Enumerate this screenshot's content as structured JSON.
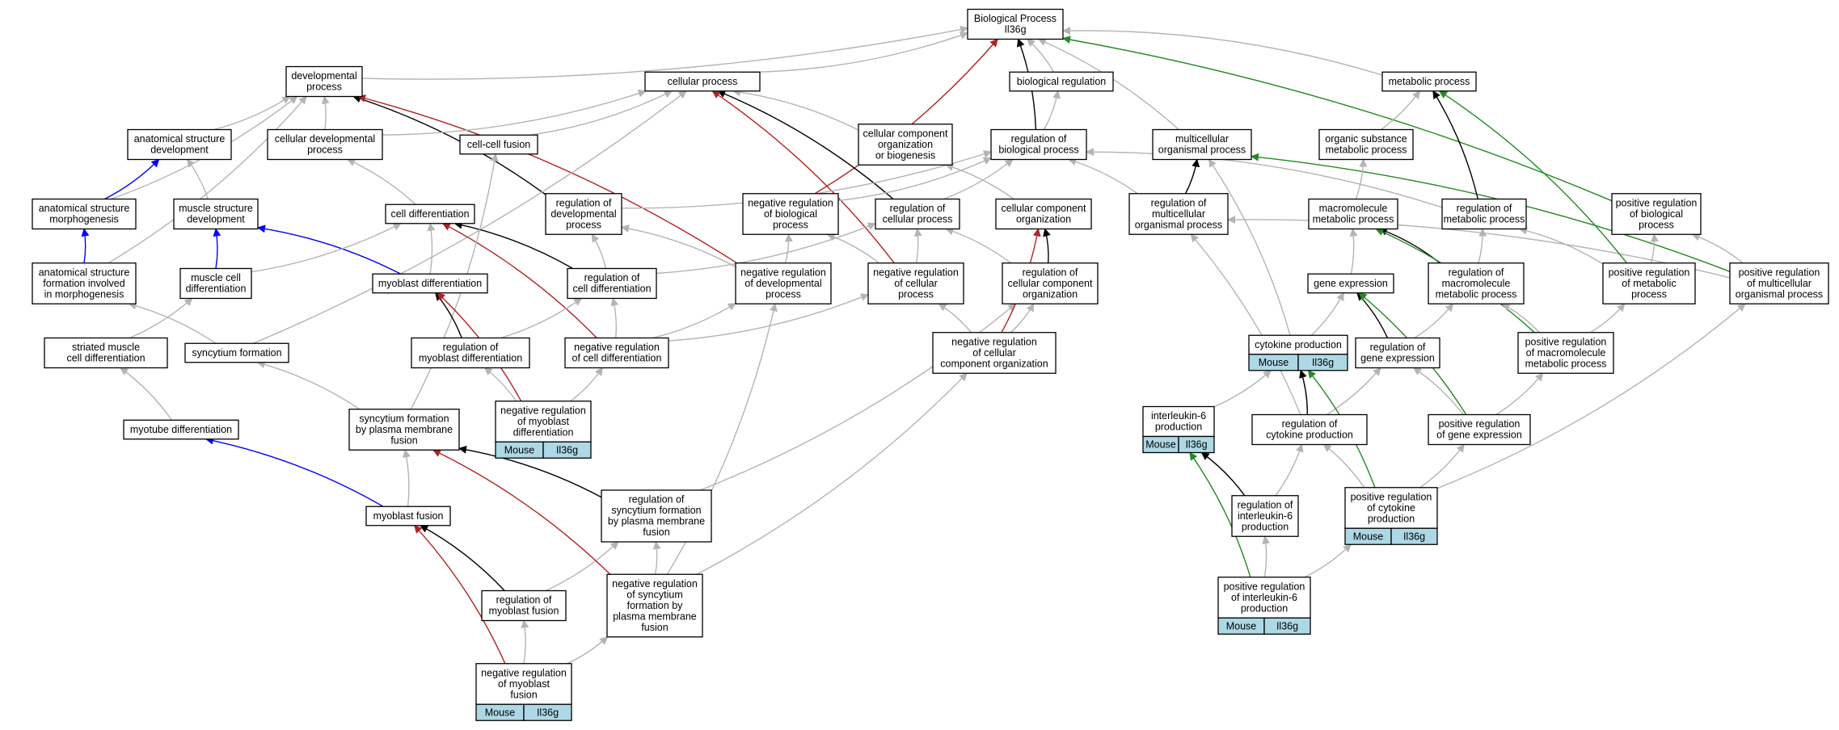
{
  "colors": {
    "is_a": "#b4b4b4",
    "part_of": "#0000ff",
    "regulates": "#000000",
    "negatively_regulates": "#b22222",
    "positively_regulates": "#228b22",
    "annotation_fill": "#add8e6"
  },
  "nodes": [
    {
      "id": "bp",
      "lines": [
        "Biological Process",
        "Il36g"
      ]
    },
    {
      "id": "dev",
      "lines": [
        "developmental",
        "process"
      ]
    },
    {
      "id": "cellproc",
      "lines": [
        "cellular process"
      ]
    },
    {
      "id": "bioreg",
      "lines": [
        "biological regulation"
      ]
    },
    {
      "id": "metab",
      "lines": [
        "metabolic process"
      ]
    },
    {
      "id": "asd",
      "lines": [
        "anatomical structure",
        "development"
      ]
    },
    {
      "id": "cdp",
      "lines": [
        "cellular developmental",
        "process"
      ]
    },
    {
      "id": "ccf",
      "lines": [
        "cell-cell fusion"
      ]
    },
    {
      "id": "ccob",
      "lines": [
        "cellular component",
        "organization",
        "or biogenesis"
      ]
    },
    {
      "id": "regbp",
      "lines": [
        "regulation of",
        "biological process"
      ]
    },
    {
      "id": "mop",
      "lines": [
        "multicellular",
        "organismal process"
      ]
    },
    {
      "id": "osmp",
      "lines": [
        "organic substance",
        "metabolic process"
      ]
    },
    {
      "id": "asm",
      "lines": [
        "anatomical structure",
        "morphogenesis"
      ]
    },
    {
      "id": "msd",
      "lines": [
        "muscle structure",
        "development"
      ]
    },
    {
      "id": "celldiff",
      "lines": [
        "cell differentiation"
      ]
    },
    {
      "id": "regdev",
      "lines": [
        "regulation of",
        "developmental",
        "process"
      ]
    },
    {
      "id": "negregbp",
      "lines": [
        "negative regulation",
        "of biological",
        "process"
      ]
    },
    {
      "id": "regcp",
      "lines": [
        "regulation of",
        "cellular process"
      ]
    },
    {
      "id": "cco",
      "lines": [
        "cellular component",
        "organization"
      ]
    },
    {
      "id": "regmop",
      "lines": [
        "regulation of",
        "multicellular",
        "organismal process"
      ]
    },
    {
      "id": "mmp",
      "lines": [
        "macromolecule",
        "metabolic process"
      ]
    },
    {
      "id": "regmp",
      "lines": [
        "regulation of",
        "metabolic process"
      ]
    },
    {
      "id": "posregbp",
      "lines": [
        "positive regulation",
        "of biological",
        "process"
      ]
    },
    {
      "id": "asfm",
      "lines": [
        "anatomical structure",
        "formation involved",
        "in morphogenesis"
      ]
    },
    {
      "id": "mcd",
      "lines": [
        "muscle cell",
        "differentiation"
      ]
    },
    {
      "id": "myodiff",
      "lines": [
        "myoblast differentiation"
      ]
    },
    {
      "id": "regcd",
      "lines": [
        "regulation of",
        "cell differentiation"
      ]
    },
    {
      "id": "negregdev",
      "lines": [
        "negative regulation",
        "of developmental",
        "process"
      ]
    },
    {
      "id": "negregcp",
      "lines": [
        "negative regulation",
        "of cellular",
        "process"
      ]
    },
    {
      "id": "regcco",
      "lines": [
        "regulation of",
        "cellular component",
        "organization"
      ]
    },
    {
      "id": "geneexp",
      "lines": [
        "gene expression"
      ]
    },
    {
      "id": "regmmp",
      "lines": [
        "regulation of",
        "macromolecule",
        "metabolic process"
      ]
    },
    {
      "id": "posregmp",
      "lines": [
        "positive regulation",
        "of metabolic",
        "process"
      ]
    },
    {
      "id": "posregmop",
      "lines": [
        "positive regulation",
        "of multicellular",
        "organismal process"
      ]
    },
    {
      "id": "smcd",
      "lines": [
        "striated muscle",
        "cell differentiation"
      ]
    },
    {
      "id": "syncform",
      "lines": [
        "syncytium formation"
      ]
    },
    {
      "id": "regmyodiff",
      "lines": [
        "regulation of",
        "myoblast differentiation"
      ]
    },
    {
      "id": "negregcd",
      "lines": [
        "negative regulation",
        "of cell differentiation"
      ]
    },
    {
      "id": "negregcco",
      "lines": [
        "negative regulation",
        "of cellular",
        "component organization"
      ]
    },
    {
      "id": "cytprod",
      "lines": [
        "cytokine production"
      ],
      "tag": [
        "Mouse",
        "Il36g"
      ]
    },
    {
      "id": "reggeneexp",
      "lines": [
        "regulation of",
        "gene expression"
      ]
    },
    {
      "id": "posregmmp",
      "lines": [
        "positive regulation",
        "of macromolecule",
        "metabolic process"
      ]
    },
    {
      "id": "myotube",
      "lines": [
        "myotube differentiation"
      ]
    },
    {
      "id": "sfpmf",
      "lines": [
        "syncytium formation",
        "by plasma membrane",
        "fusion"
      ]
    },
    {
      "id": "negregmyodiff",
      "lines": [
        "negative regulation",
        "of myoblast",
        "differentiation"
      ],
      "tag": [
        "Mouse",
        "Il36g"
      ]
    },
    {
      "id": "il6prod",
      "lines": [
        "interleukin-6",
        "production"
      ],
      "tag": [
        "Mouse",
        "Il36g"
      ]
    },
    {
      "id": "regcytprod",
      "lines": [
        "regulation of",
        "cytokine production"
      ]
    },
    {
      "id": "posreggeneexp",
      "lines": [
        "positive regulation",
        "of gene expression"
      ]
    },
    {
      "id": "myofusion",
      "lines": [
        "myoblast fusion"
      ]
    },
    {
      "id": "regsfpmf",
      "lines": [
        "regulation of",
        "syncytium formation",
        "by plasma membrane",
        "fusion"
      ]
    },
    {
      "id": "regil6",
      "lines": [
        "regulation of",
        "interleukin-6",
        "production"
      ]
    },
    {
      "id": "posregcytprod",
      "lines": [
        "positive regulation",
        "of cytokine",
        "production"
      ],
      "tag": [
        "Mouse",
        "Il36g"
      ]
    },
    {
      "id": "regmyofusion",
      "lines": [
        "regulation of",
        "myoblast fusion"
      ]
    },
    {
      "id": "negregsfpmf",
      "lines": [
        "negative regulation",
        "of syncytium",
        "formation by",
        "plasma membrane",
        "fusion"
      ]
    },
    {
      "id": "posregil6",
      "lines": [
        "positive regulation",
        "of interleukin-6",
        "production"
      ],
      "tag": [
        "Mouse",
        "Il36g"
      ]
    },
    {
      "id": "negregmyofusion",
      "lines": [
        "negative regulation",
        "of myoblast",
        "fusion"
      ],
      "tag": [
        "Mouse",
        "Il36g"
      ]
    }
  ],
  "edges": [
    {
      "from": "dev",
      "to": "bp",
      "type": "is_a"
    },
    {
      "from": "cellproc",
      "to": "bp",
      "type": "is_a"
    },
    {
      "from": "bioreg",
      "to": "bp",
      "type": "is_a"
    },
    {
      "from": "metab",
      "to": "bp",
      "type": "is_a"
    },
    {
      "from": "mop",
      "to": "bp",
      "type": "is_a"
    },
    {
      "from": "negregbp",
      "to": "bp",
      "type": "negatively_regulates"
    },
    {
      "from": "regbp",
      "to": "bp",
      "type": "regulates"
    },
    {
      "from": "posregbp",
      "to": "bp",
      "type": "positively_regulates"
    },
    {
      "from": "regbp",
      "to": "bioreg",
      "type": "is_a"
    },
    {
      "from": "asd",
      "to": "dev",
      "type": "is_a"
    },
    {
      "from": "cdp",
      "to": "dev",
      "type": "is_a"
    },
    {
      "from": "asm",
      "to": "dev",
      "type": "is_a"
    },
    {
      "from": "asfm",
      "to": "dev",
      "type": "is_a"
    },
    {
      "from": "regdev",
      "to": "dev",
      "type": "regulates"
    },
    {
      "from": "negregdev",
      "to": "dev",
      "type": "negatively_regulates"
    },
    {
      "from": "cdp",
      "to": "cellproc",
      "type": "is_a"
    },
    {
      "from": "ccf",
      "to": "cellproc",
      "type": "is_a"
    },
    {
      "from": "ccob",
      "to": "cellproc",
      "type": "is_a"
    },
    {
      "from": "regcp",
      "to": "cellproc",
      "type": "regulates"
    },
    {
      "from": "negregcp",
      "to": "cellproc",
      "type": "negatively_regulates"
    },
    {
      "from": "syncform",
      "to": "cellproc",
      "type": "is_a"
    },
    {
      "from": "asm",
      "to": "asd",
      "type": "part_of"
    },
    {
      "from": "msd",
      "to": "asd",
      "type": "is_a"
    },
    {
      "from": "asfm",
      "to": "asm",
      "type": "part_of"
    },
    {
      "from": "mcd",
      "to": "msd",
      "type": "part_of"
    },
    {
      "from": "myodiff",
      "to": "msd",
      "type": "part_of"
    },
    {
      "from": "celldiff",
      "to": "cdp",
      "type": "is_a"
    },
    {
      "from": "mcd",
      "to": "celldiff",
      "type": "is_a"
    },
    {
      "from": "myodiff",
      "to": "celldiff",
      "type": "is_a"
    },
    {
      "from": "regcd",
      "to": "celldiff",
      "type": "regulates"
    },
    {
      "from": "negregcd",
      "to": "celldiff",
      "type": "negatively_regulates"
    },
    {
      "from": "smcd",
      "to": "mcd",
      "type": "is_a"
    },
    {
      "from": "myotube",
      "to": "smcd",
      "type": "is_a"
    },
    {
      "from": "syncform",
      "to": "asfm",
      "type": "is_a"
    },
    {
      "from": "sfpmf",
      "to": "syncform",
      "type": "is_a"
    },
    {
      "from": "sfpmf",
      "to": "ccf",
      "type": "is_a"
    },
    {
      "from": "myofusion",
      "to": "myotube",
      "type": "part_of"
    },
    {
      "from": "myofusion",
      "to": "sfpmf",
      "type": "is_a"
    },
    {
      "from": "regmyofusion",
      "to": "myofusion",
      "type": "regulates"
    },
    {
      "from": "negregmyofusion",
      "to": "myofusion",
      "type": "negatively_regulates"
    },
    {
      "from": "negregmyofusion",
      "to": "regmyofusion",
      "type": "is_a"
    },
    {
      "from": "negregmyofusion",
      "to": "negregsfpmf",
      "type": "is_a"
    },
    {
      "from": "regmyofusion",
      "to": "regsfpmf",
      "type": "is_a"
    },
    {
      "from": "regsfpmf",
      "to": "sfpmf",
      "type": "regulates"
    },
    {
      "from": "regsfpmf",
      "to": "regcco",
      "type": "is_a"
    },
    {
      "from": "negregsfpmf",
      "to": "sfpmf",
      "type": "negatively_regulates"
    },
    {
      "from": "negregsfpmf",
      "to": "regsfpmf",
      "type": "is_a"
    },
    {
      "from": "negregsfpmf",
      "to": "negregdev",
      "type": "is_a"
    },
    {
      "from": "negregsfpmf",
      "to": "negregcco",
      "type": "is_a"
    },
    {
      "from": "regmyodiff",
      "to": "myodiff",
      "type": "regulates"
    },
    {
      "from": "regmyodiff",
      "to": "regcd",
      "type": "is_a"
    },
    {
      "from": "negregmyodiff",
      "to": "myodiff",
      "type": "negatively_regulates"
    },
    {
      "from": "negregmyodiff",
      "to": "regmyodiff",
      "type": "is_a"
    },
    {
      "from": "negregmyodiff",
      "to": "negregcd",
      "type": "is_a"
    },
    {
      "from": "regcd",
      "to": "regdev",
      "type": "is_a"
    },
    {
      "from": "regcd",
      "to": "regcp",
      "type": "is_a"
    },
    {
      "from": "negregcd",
      "to": "regcd",
      "type": "is_a"
    },
    {
      "from": "negregcd",
      "to": "negregdev",
      "type": "is_a"
    },
    {
      "from": "negregcd",
      "to": "negregcp",
      "type": "is_a"
    },
    {
      "from": "negregdev",
      "to": "regdev",
      "type": "is_a"
    },
    {
      "from": "negregdev",
      "to": "negregbp",
      "type": "is_a"
    },
    {
      "from": "regdev",
      "to": "regbp",
      "type": "is_a"
    },
    {
      "from": "regcp",
      "to": "regbp",
      "type": "is_a"
    },
    {
      "from": "negregbp",
      "to": "regbp",
      "type": "is_a"
    },
    {
      "from": "negregcp",
      "to": "regcp",
      "type": "is_a"
    },
    {
      "from": "negregcp",
      "to": "negregbp",
      "type": "is_a"
    },
    {
      "from": "regcco",
      "to": "cco",
      "type": "regulates"
    },
    {
      "from": "regcco",
      "to": "regcp",
      "type": "is_a"
    },
    {
      "from": "negregcco",
      "to": "cco",
      "type": "negatively_regulates"
    },
    {
      "from": "negregcco",
      "to": "regcco",
      "type": "is_a"
    },
    {
      "from": "negregcco",
      "to": "negregcp",
      "type": "is_a"
    },
    {
      "from": "cco",
      "to": "ccob",
      "type": "is_a"
    },
    {
      "from": "regmop",
      "to": "mop",
      "type": "regulates"
    },
    {
      "from": "regmop",
      "to": "regbp",
      "type": "is_a"
    },
    {
      "from": "posregmop",
      "to": "mop",
      "type": "positively_regulates"
    },
    {
      "from": "posregmop",
      "to": "regmop",
      "type": "is_a"
    },
    {
      "from": "posregmop",
      "to": "posregbp",
      "type": "is_a"
    },
    {
      "from": "cytprod",
      "to": "mop",
      "type": "is_a"
    },
    {
      "from": "cytprod",
      "to": "geneexp",
      "type": "is_a"
    },
    {
      "from": "osmp",
      "to": "metab",
      "type": "is_a"
    },
    {
      "from": "regmp",
      "to": "metab",
      "type": "regulates"
    },
    {
      "from": "posregmp",
      "to": "metab",
      "type": "positively_regulates"
    },
    {
      "from": "mmp",
      "to": "osmp",
      "type": "is_a"
    },
    {
      "from": "geneexp",
      "to": "mmp",
      "type": "is_a"
    },
    {
      "from": "regmp",
      "to": "regbp",
      "type": "is_a"
    },
    {
      "from": "regmmp",
      "to": "mmp",
      "type": "regulates"
    },
    {
      "from": "regmmp",
      "to": "regmp",
      "type": "is_a"
    },
    {
      "from": "posregmmp",
      "to": "mmp",
      "type": "positively_regulates"
    },
    {
      "from": "posregmmp",
      "to": "regmmp",
      "type": "is_a"
    },
    {
      "from": "posregmmp",
      "to": "posregmp",
      "type": "is_a"
    },
    {
      "from": "posregmp",
      "to": "regmp",
      "type": "is_a"
    },
    {
      "from": "posregmp",
      "to": "posregbp",
      "type": "is_a"
    },
    {
      "from": "reggeneexp",
      "to": "geneexp",
      "type": "regulates"
    },
    {
      "from": "reggeneexp",
      "to": "regmmp",
      "type": "is_a"
    },
    {
      "from": "posreggeneexp",
      "to": "geneexp",
      "type": "positively_regulates"
    },
    {
      "from": "posreggeneexp",
      "to": "reggeneexp",
      "type": "is_a"
    },
    {
      "from": "posreggeneexp",
      "to": "posregmmp",
      "type": "is_a"
    },
    {
      "from": "il6prod",
      "to": "cytprod",
      "type": "is_a"
    },
    {
      "from": "regcytprod",
      "to": "cytprod",
      "type": "regulates"
    },
    {
      "from": "regcytprod",
      "to": "regmop",
      "type": "is_a"
    },
    {
      "from": "regcytprod",
      "to": "reggeneexp",
      "type": "is_a"
    },
    {
      "from": "posregcytprod",
      "to": "cytprod",
      "type": "positively_regulates"
    },
    {
      "from": "posregcytprod",
      "to": "regcytprod",
      "type": "is_a"
    },
    {
      "from": "posregcytprod",
      "to": "posreggeneexp",
      "type": "is_a"
    },
    {
      "from": "posregcytprod",
      "to": "posregmop",
      "type": "is_a"
    },
    {
      "from": "regil6",
      "to": "il6prod",
      "type": "regulates"
    },
    {
      "from": "regil6",
      "to": "regcytprod",
      "type": "is_a"
    },
    {
      "from": "posregil6",
      "to": "il6prod",
      "type": "positively_regulates"
    },
    {
      "from": "posregil6",
      "to": "regil6",
      "type": "is_a"
    },
    {
      "from": "posregil6",
      "to": "posregcytprod",
      "type": "is_a"
    }
  ]
}
